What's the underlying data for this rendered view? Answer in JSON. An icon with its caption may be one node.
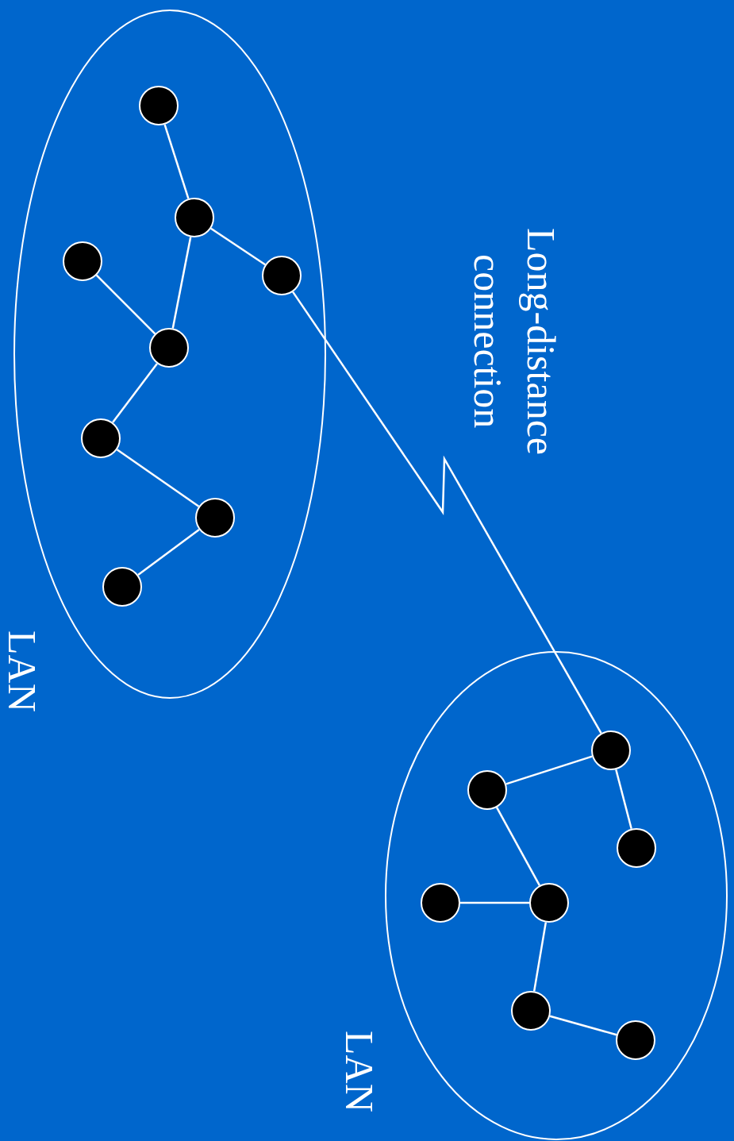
{
  "diagram": {
    "nodes": [
      {
        "text": [
          "LAN"
        ]
      },
      {
        "text": [],
        "shape": "circle",
        "in": 0
      },
      {
        "text": [],
        "shape": "circle",
        "in": 0
      },
      {
        "text": [],
        "shape": "circle",
        "in": 0
      },
      {
        "text": [],
        "shape": "circle",
        "in": 0
      },
      {
        "text": [],
        "shape": "circle",
        "in": 0
      },
      {
        "text": [],
        "shape": "circle",
        "in": 0
      },
      {
        "text": [],
        "shape": "circle",
        "in": 0
      },
      {
        "text": [],
        "shape": "circle",
        "in": 0
      },
      {
        "text": [
          "LAN"
        ]
      },
      {
        "text": [],
        "shape": "circle",
        "in": 9
      },
      {
        "text": [],
        "shape": "circle",
        "in": 9
      },
      {
        "text": [],
        "shape": "circle",
        "in": 9
      },
      {
        "text": [],
        "shape": "circle",
        "in": 9
      },
      {
        "text": [],
        "shape": "circle",
        "in": 9
      },
      {
        "text": [],
        "shape": "circle",
        "in": 9
      },
      {
        "text": [],
        "shape": "circle",
        "in": 9
      }
    ],
    "edges": [
      {
        "from": 1,
        "to": 2,
        "arrow": "none"
      },
      {
        "from": 2,
        "to": 3,
        "arrow": "none"
      },
      {
        "from": 2,
        "to": 5,
        "arrow": "none"
      },
      {
        "from": 4,
        "to": 5,
        "arrow": "none"
      },
      {
        "from": 5,
        "to": 6,
        "arrow": "none"
      },
      {
        "from": 6,
        "to": 7,
        "arrow": "none"
      },
      {
        "from": 7,
        "to": 8,
        "arrow": "none"
      },
      {
        "from": 3,
        "to": 10,
        "arrow": "none"
      },
      {
        "from": 10,
        "to": 11,
        "arrow": "none"
      },
      {
        "from": 10,
        "to": 12,
        "arrow": "none"
      },
      {
        "from": 11,
        "to": 14,
        "arrow": "none"
      },
      {
        "from": 13,
        "to": 14,
        "arrow": "none"
      },
      {
        "from": 14,
        "to": 15,
        "arrow": "none"
      },
      {
        "from": 15,
        "to": 16,
        "arrow": "none"
      }
    ],
    "labels": [
      "Long-distance connection"
    ]
  }
}
